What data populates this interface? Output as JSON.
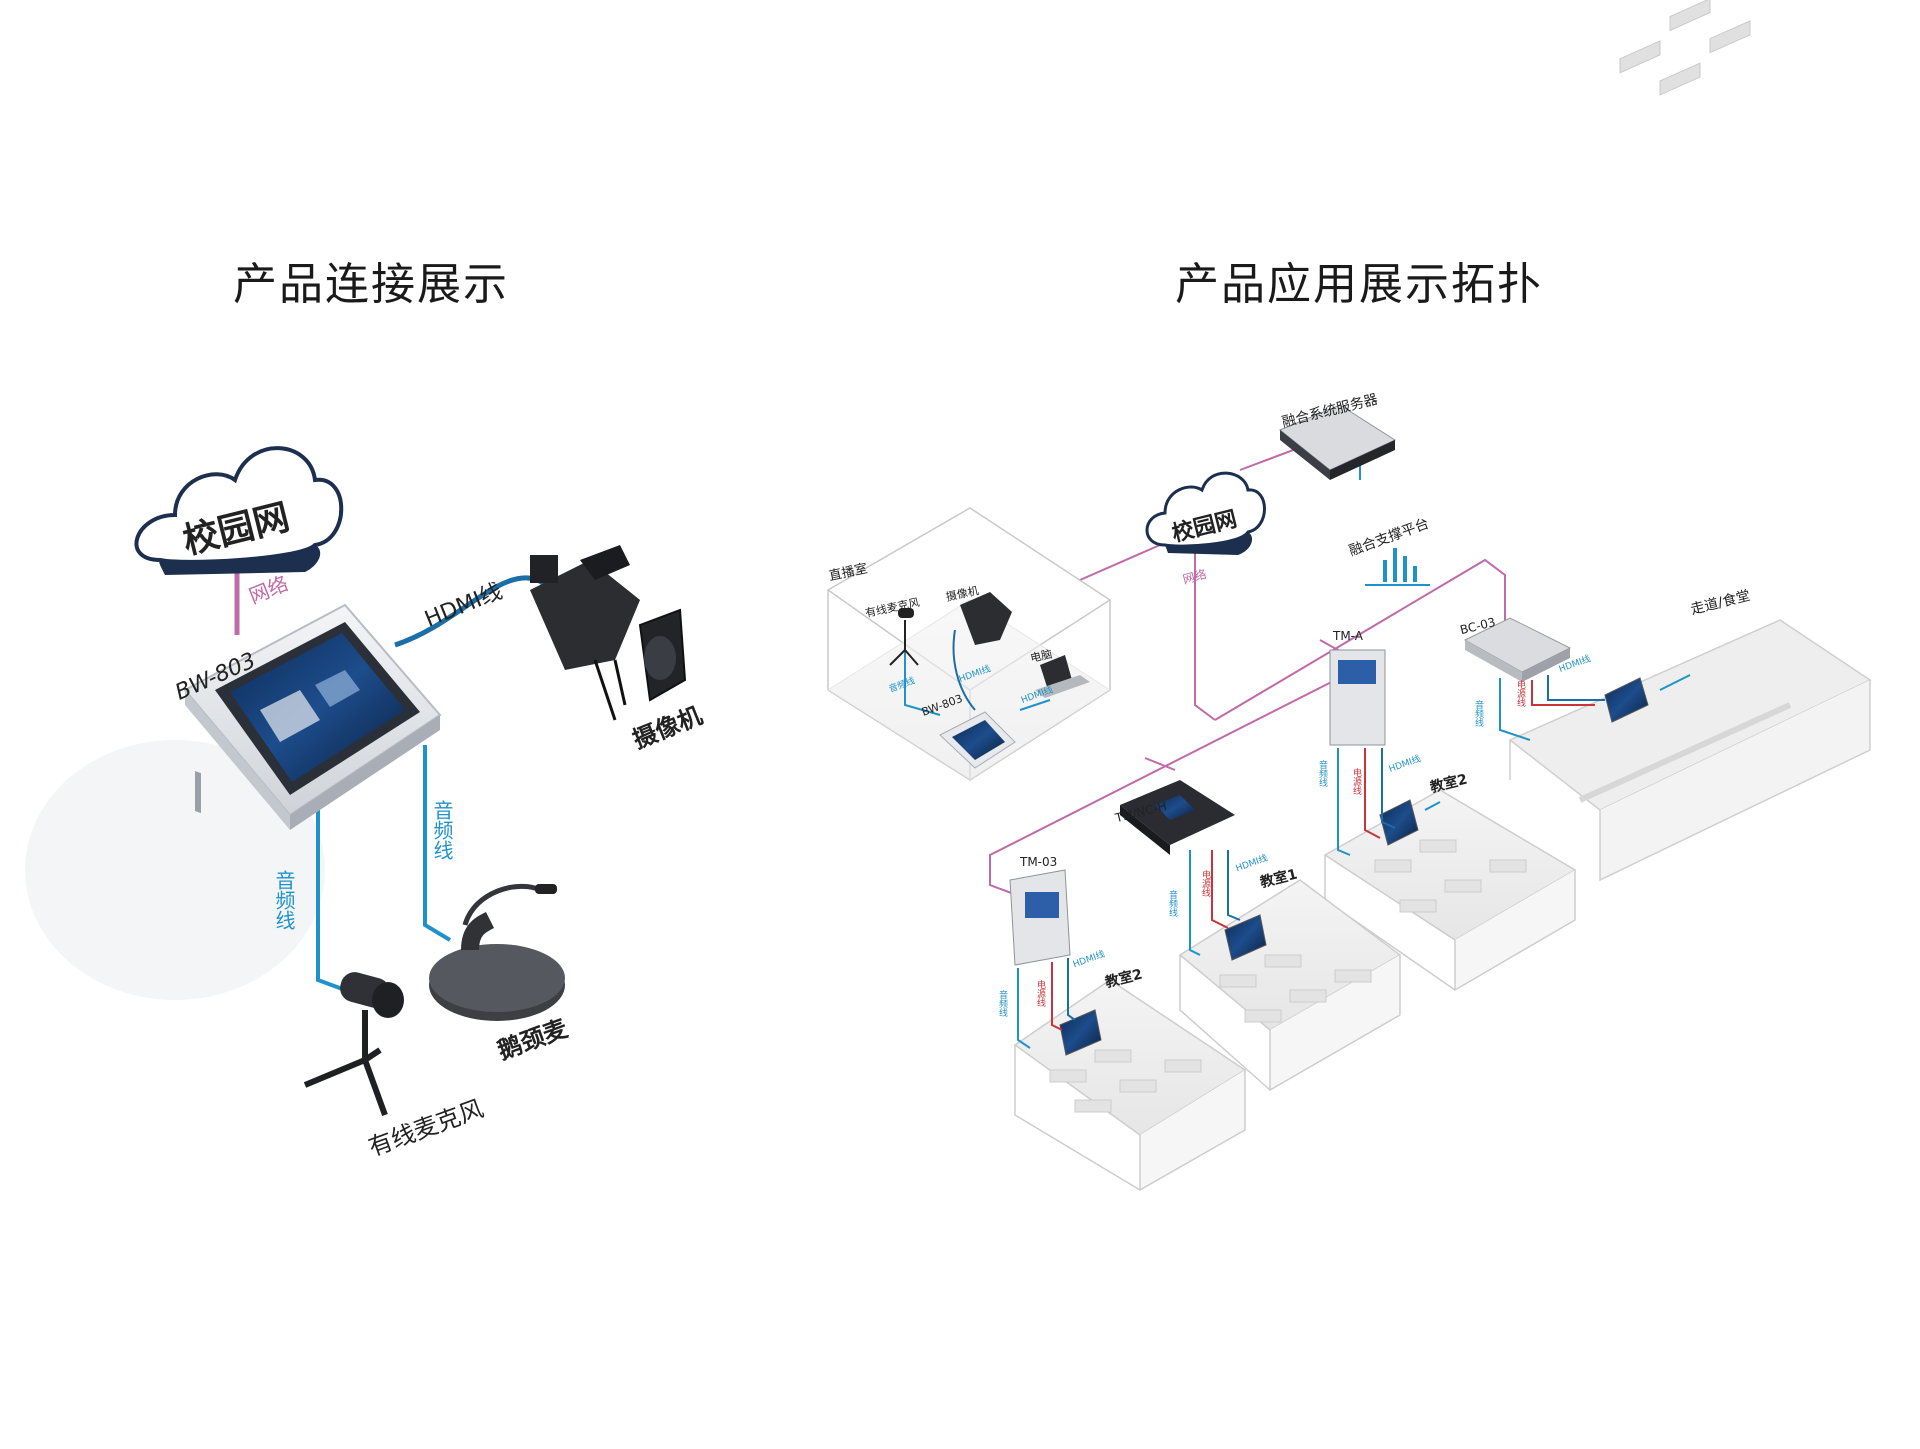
{
  "titles": {
    "left": "产品连接展示",
    "right": "产品应用展示拓扑"
  },
  "left": {
    "cloud": "校园网",
    "net_line": "网络",
    "device": "BW-803",
    "hdmi_line": "HDMI线",
    "camera": "摄像机",
    "audio_line_a": "音频线",
    "audio_line_b": "音频线",
    "gooseneck": "鹅颈麦",
    "wired_mic": "有线麦克风"
  },
  "right": {
    "cloud": "校园网",
    "net_line": "网络",
    "server": "融合系统服务器",
    "platform": "融合支撑平台",
    "studio": {
      "room": "直播室",
      "mic": "有线麦克风",
      "camera": "摄像机",
      "pc": "电脑",
      "device": "BW-803",
      "audio_line": "音频线",
      "hdmi_line": "HDMI线",
      "hdmi_line2": "HDMI线"
    },
    "bc03": {
      "name": "BC-03",
      "audio": "音频线",
      "power": "电源线",
      "hdmi": "HDMI线",
      "zone": "走道/食堂"
    },
    "tma": {
      "name": "TM-A",
      "audio": "音频线",
      "power": "电源线",
      "hdmi": "HDMI线",
      "room": "教室2"
    },
    "tmnch": {
      "name": "TM/NC-H",
      "audio": "音频线",
      "power": "电源线",
      "hdmi": "HDMI线",
      "room": "教室1"
    },
    "tm03": {
      "name": "TM-03",
      "audio": "音频线",
      "power": "电源线",
      "hdmi": "HDMI线",
      "room": "教室2"
    }
  },
  "colors": {
    "network": "#c06aa8",
    "audio": "#1f93c9",
    "hdmi": "#1b6ea6",
    "power": "#c8343a",
    "room_edge": "#c9c9c9"
  }
}
